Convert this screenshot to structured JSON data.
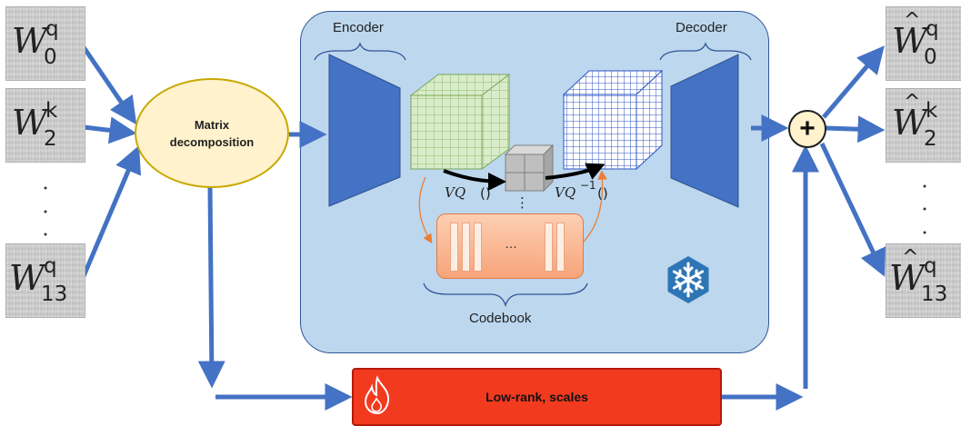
{
  "inputs": [
    {
      "letter": "W",
      "sub": "0",
      "sup": "q"
    },
    {
      "letter": "W",
      "sub": "2",
      "sup": "k"
    },
    {
      "letter": "W",
      "sub": "13",
      "sup": "q"
    }
  ],
  "outputs": [
    {
      "hat": "^",
      "letter": "W",
      "sub": "0",
      "sup": "q"
    },
    {
      "hat": "^",
      "letter": "W",
      "sub": "2",
      "sup": "k"
    },
    {
      "hat": "^",
      "letter": "W",
      "sub": "13",
      "sup": "q"
    }
  ],
  "matrix_decomposition": {
    "line1": "Matrix",
    "line2": "decomposition"
  },
  "encoder_label": "Encoder",
  "decoder_label": "Decoder",
  "vq_label": "VQ",
  "vq_parens": "()",
  "vq_inv_label": "VQ",
  "vq_inv_sup": "−1",
  "vq_inv_parens": "()",
  "codebook_label": "Codebook",
  "codebook_ellipsis": "…",
  "vertical_ellipsis": "⋮",
  "plus_symbol": "+",
  "lowrank_label": "Low-rank, scales",
  "icons": {
    "frozen": "snowflake-icon",
    "trainable": "flame-icon"
  },
  "colors": {
    "arrow_blue": "#4472c4",
    "panel_blue": "#bdd7ee",
    "trapezoid_blue": "#4472c4",
    "ellipse_yellow": "#fff2cc",
    "lowrank_red": "#f23a1f",
    "codebook_orange": "#f8a97f"
  }
}
